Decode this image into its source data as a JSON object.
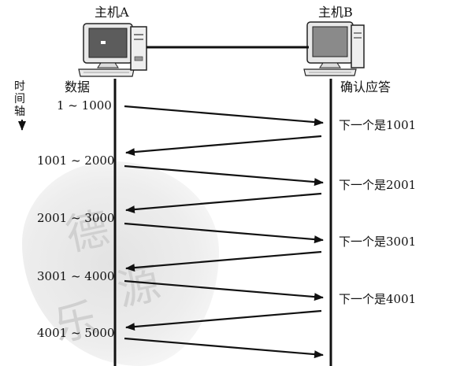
{
  "host_a": {
    "label": "主机A"
  },
  "host_b": {
    "label": "主机B"
  },
  "time_axis": {
    "chars": [
      "时",
      "间",
      "轴"
    ]
  },
  "data_header": "数据",
  "ack_header": "确认应答",
  "segments": [
    "1 ~ 1000",
    "1001 ~ 2000",
    "2001 ~ 3000",
    "3001 ~ 4000",
    "4001 ~ 5000"
  ],
  "acks": [
    "下一个是1001",
    "下一个是2001",
    "下一个是3001",
    "下一个是4001"
  ],
  "watermark": [
    "德",
    "源",
    "乐"
  ]
}
